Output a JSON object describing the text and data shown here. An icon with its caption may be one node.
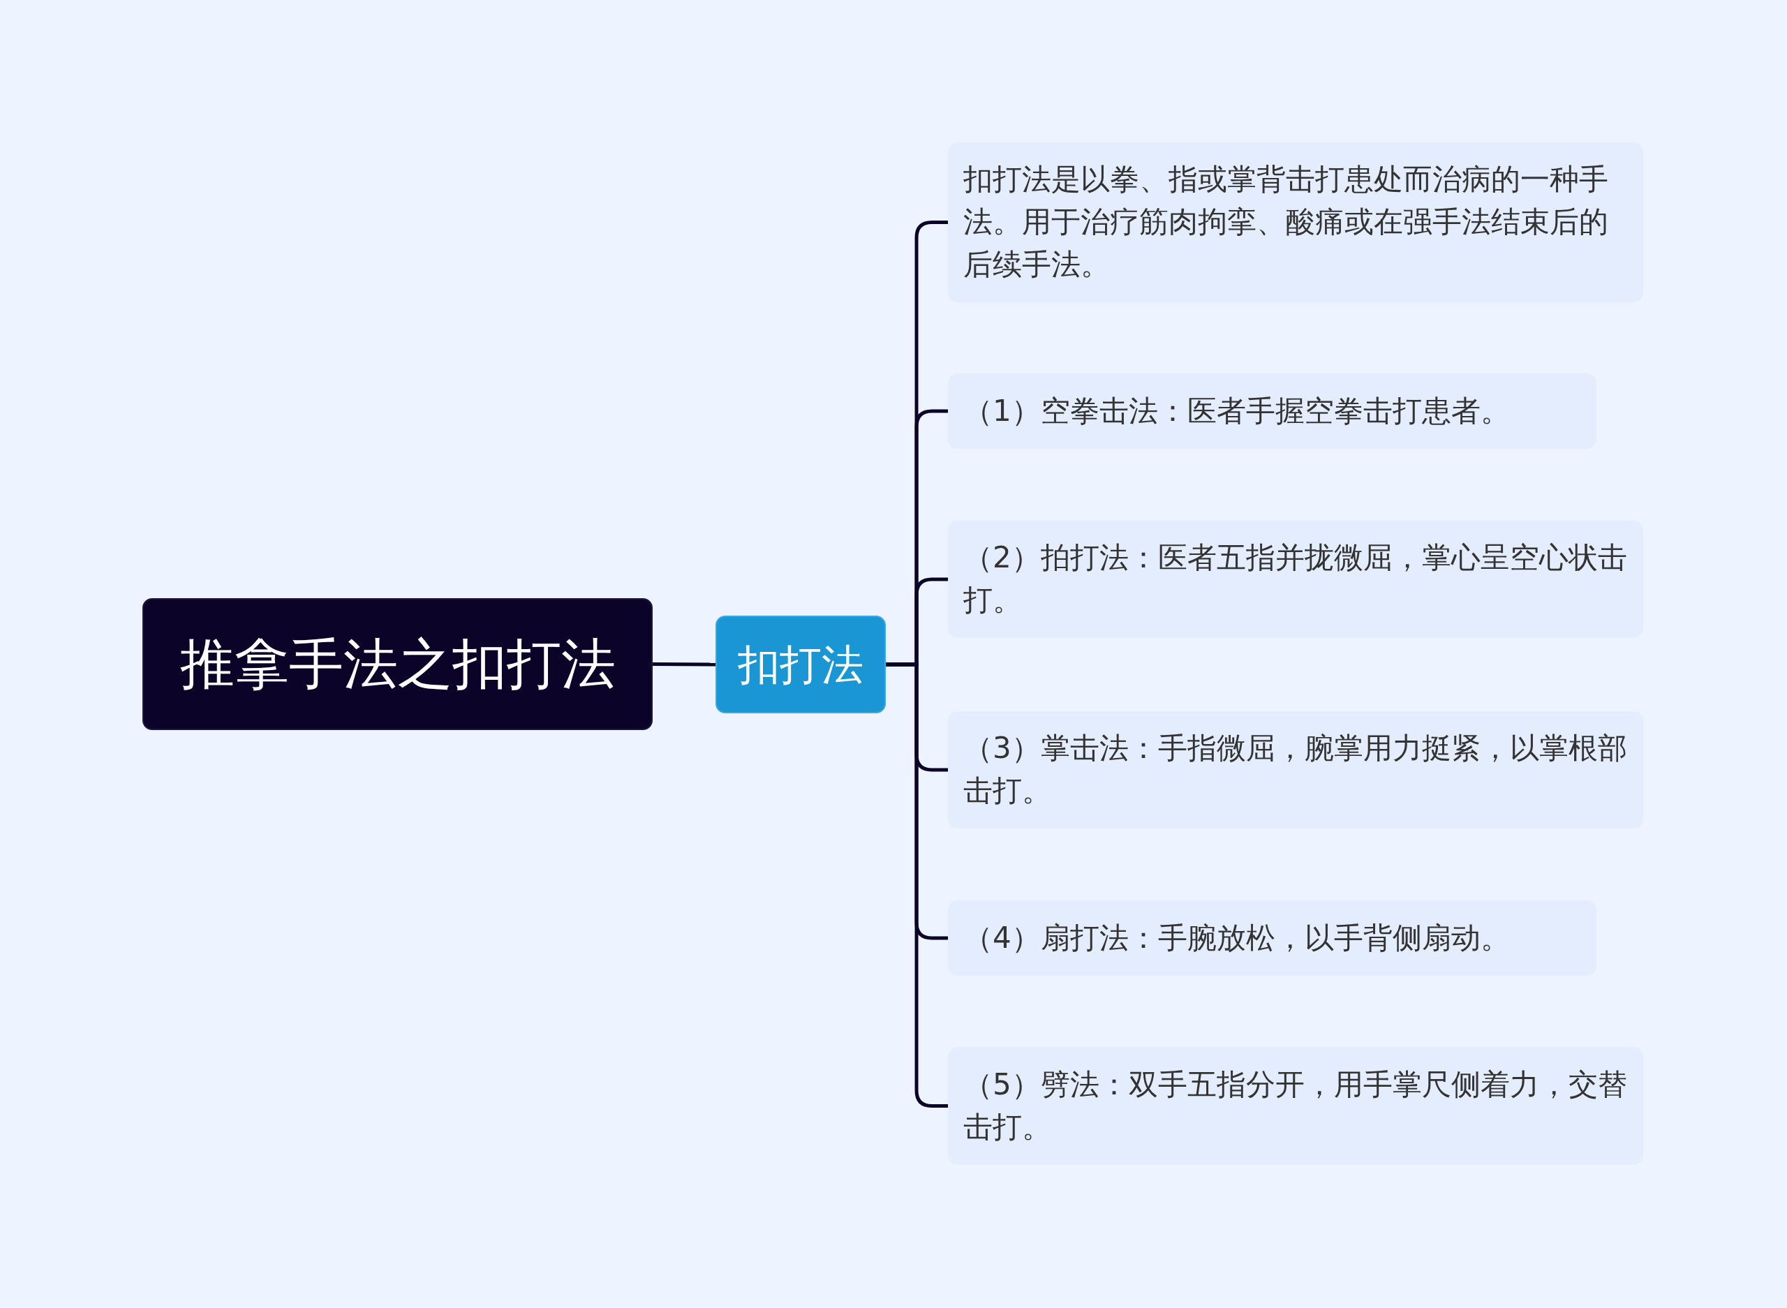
{
  "diagram": {
    "nodes": [
      {
        "text": [
          "推拿手法之扣打法"
        ]
      },
      {
        "text": [
          "扣打法"
        ]
      },
      {
        "text": [
          "扣打法是以拳、指或掌背击打患处而治病的一种手法。用于治疗筋肉拘挛、酸痛或在强手法结束后的后续手法。"
        ]
      },
      {
        "text": [
          "（1）空拳击法：医者手握空拳击打患者。"
        ]
      },
      {
        "text": [
          "（2）拍打法：医者五指并拢微屈，掌心呈空心状击打。"
        ]
      },
      {
        "text": [
          "（3）掌击法：手指微屈，腕掌用力挺紧，以掌根部击打。"
        ]
      },
      {
        "text": [
          "（4）扇打法：手腕放松，以手背侧扇动。"
        ]
      },
      {
        "text": [
          "（5）劈法：双手五指分开，用手掌尺侧着力，交替击打。"
        ]
      }
    ],
    "edges": [
      {
        "from": 0,
        "to": 1,
        "arrow": "none"
      },
      {
        "from": 1,
        "to": 2,
        "arrow": "none"
      },
      {
        "from": 1,
        "to": 3,
        "arrow": "none"
      },
      {
        "from": 1,
        "to": 4,
        "arrow": "none"
      },
      {
        "from": 1,
        "to": 5,
        "arrow": "none"
      },
      {
        "from": 1,
        "to": 6,
        "arrow": "none"
      },
      {
        "from": 1,
        "to": 7,
        "arrow": "none"
      }
    ]
  }
}
